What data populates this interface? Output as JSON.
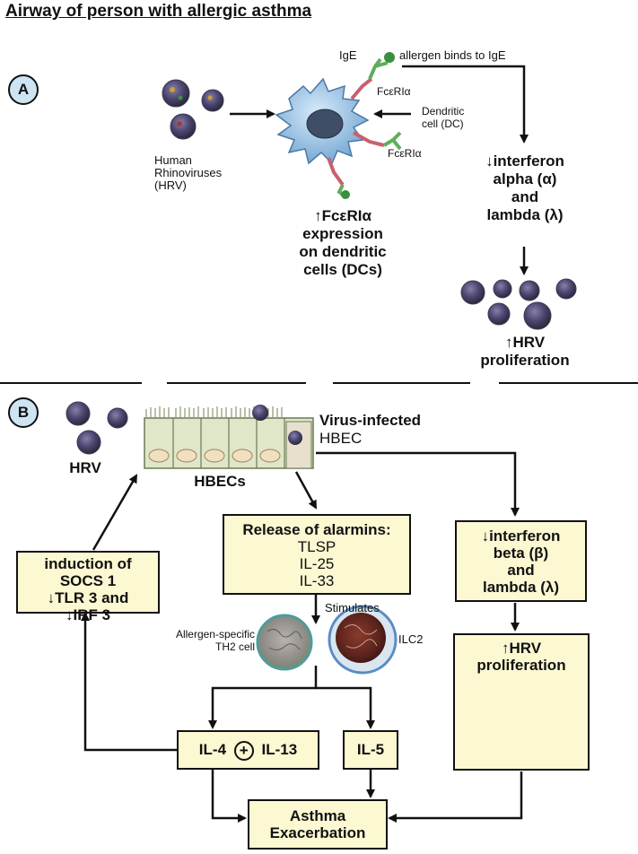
{
  "title": "Airway of person with allergic asthma",
  "panel_a": {
    "label": "A",
    "ige_label": "IgE",
    "allergen_label": "allergen binds to IgE",
    "fc_receptor_top": "FcεRIα",
    "fc_receptor_right": "FcεRIα",
    "dc_label_line1": "Dendritic",
    "dc_label_line2": "cell (DC)",
    "hrv_line1": "Human",
    "hrv_line2": "Rhinoviruses",
    "hrv_line3": "(HRV)",
    "dc_expression_line1": "↑FcεRIα",
    "dc_expression_line2": "expression",
    "dc_expression_line3": "on dendritic",
    "dc_expression_line4": "cells (DCs)",
    "ifn_line1": "↓interferon",
    "ifn_line2": "alpha (α)",
    "ifn_line3": "and",
    "ifn_line4": "lambda (λ)",
    "prolif_line1": "↑HRV",
    "prolif_line2": "proliferation"
  },
  "panel_b": {
    "label": "B",
    "hrv": "HRV",
    "hbecs": "HBECs",
    "infected_line1": "Virus-infected",
    "infected_line2": "HBEC",
    "alarmins_line1": "Release of alarmins:",
    "alarmins_line2": "TLSP",
    "alarmins_line3": "IL-25",
    "alarmins_line4": "IL-33",
    "stimulates": "Stimulates",
    "th2_line1": "Allergen-specific",
    "th2_line2": "TH2 cell",
    "ilc2": "ILC2",
    "socs_line1": "induction of",
    "socs_line2": "SOCS 1",
    "socs_line3": "↓TLR 3 and",
    "socs_line4": "↓IRF 3",
    "ifn_line1": "↓interferon",
    "ifn_line2": "beta (β)",
    "ifn_line3": "and",
    "ifn_line4": "lambda (λ)",
    "prolif_line1": "↑HRV",
    "prolif_line2": "proliferation",
    "il4": "IL-4",
    "plus": "+",
    "il13": "IL-13",
    "il5": "IL-5",
    "asthma_line1": "Asthma",
    "asthma_line2": "Exacerbation"
  },
  "colors": {
    "box_fill": "#fbf8d2",
    "label_circle": "#cde4f3",
    "dc_body": "#a7cdec",
    "epithelium": "#dfe7c8"
  }
}
